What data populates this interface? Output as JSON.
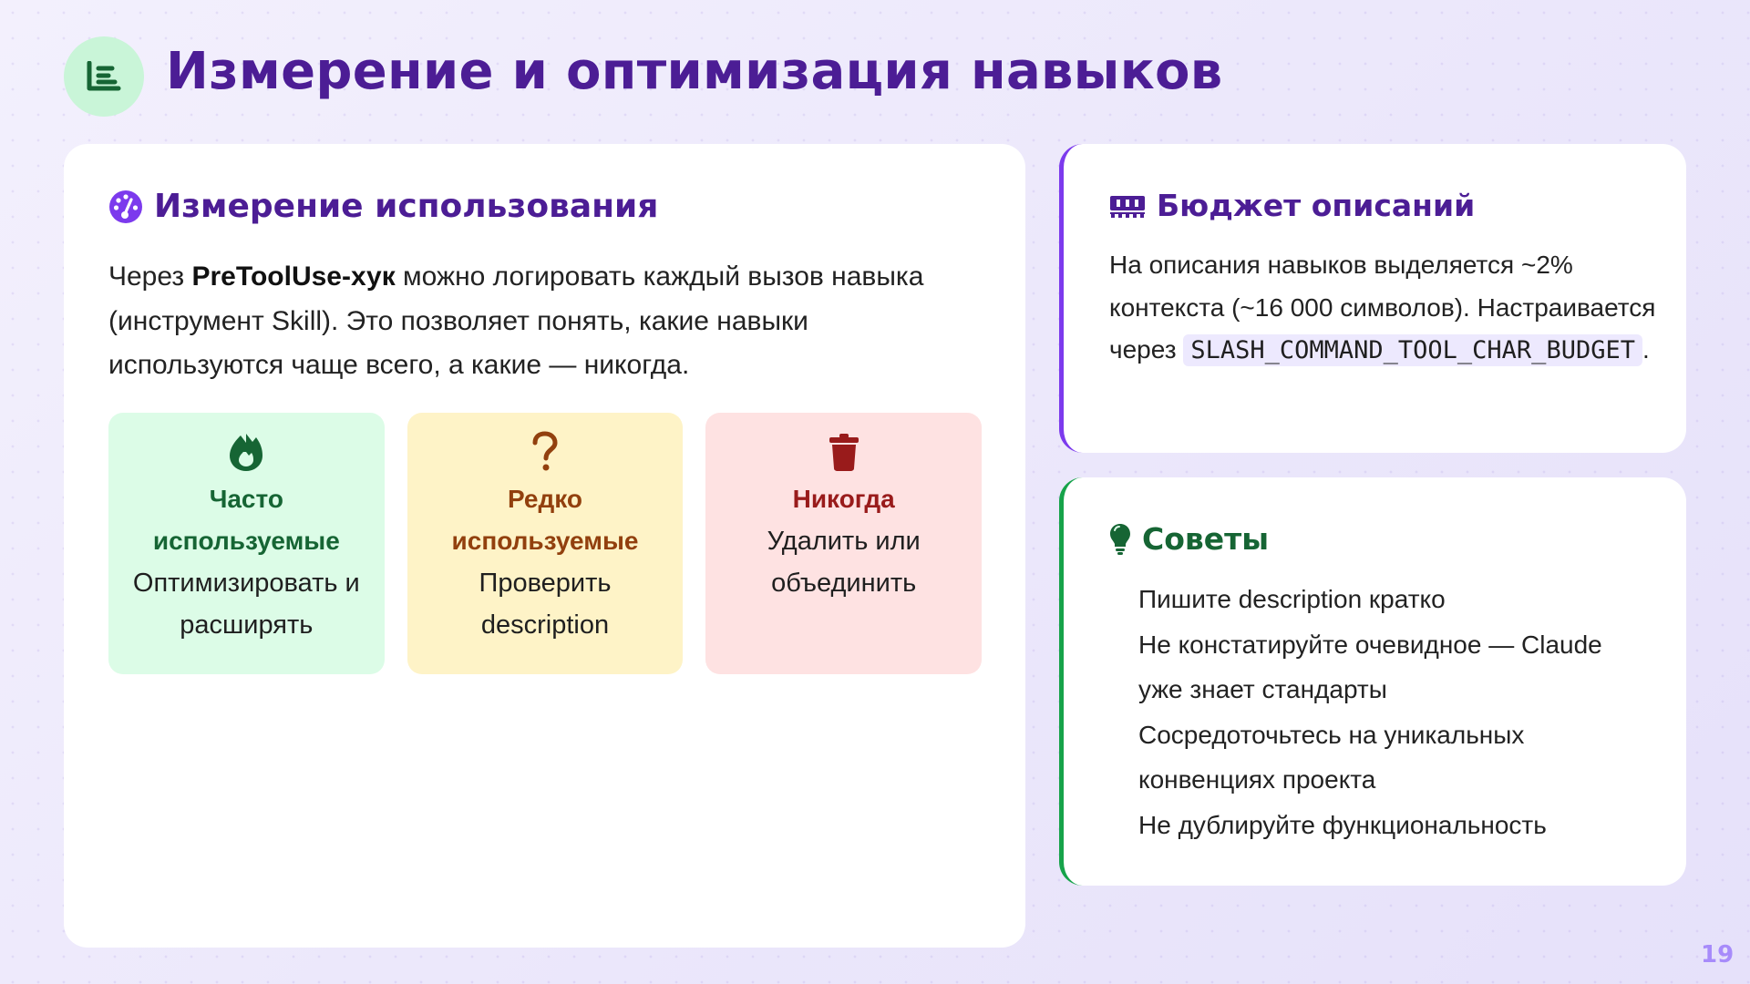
{
  "header": {
    "icon": "list-chart-icon",
    "title": "Измерение и оптимизация навыков"
  },
  "measurement": {
    "icon": "gauge-icon",
    "heading": "Измерение использования",
    "intro_prefix": "Через ",
    "intro_bold": "PreToolUse-хук",
    "intro_suffix": " можно логировать каждый вызов навыка (инструмент Skill). Это позволяет понять, какие навыки используются чаще всего, а какие — никогда.",
    "tiles": [
      {
        "icon": "fire-icon",
        "title": "Часто используемые",
        "desc": "Оптимизировать и расширять",
        "color": "#166534",
        "bg": "#dcfce7"
      },
      {
        "icon": "question-icon",
        "title": "Редко используемые",
        "desc": "Проверить description",
        "color": "#92400e",
        "bg": "#fef3c7"
      },
      {
        "icon": "trash-icon",
        "title": "Никогда",
        "desc": "Удалить или объединить",
        "color": "#991b1b",
        "bg": "#fee2e2"
      }
    ]
  },
  "budget": {
    "icon": "memory-icon",
    "heading": "Бюджет описаний",
    "text": "На описания навыков выделяется ~2% контекста (~16 000 символов). Настраивается через ",
    "code": "SLASH_COMMAND_TOOL_CHAR_BUDGET",
    "suffix": "."
  },
  "tips": {
    "icon": "lightbulb-icon",
    "heading": "Советы",
    "items": [
      "Пишите description кратко",
      "Не констатируйте очевидное — Claude уже знает стандарты",
      "Сосредоточьтесь на уникальных конвенциях проекта",
      "Не дублируйте функциональность"
    ]
  },
  "colors": {
    "title": "#4c1d95",
    "budget_accent": "#7c3aed",
    "tips_accent": "#16a34a",
    "page_number": "#a78bfa"
  },
  "page_number": "19"
}
